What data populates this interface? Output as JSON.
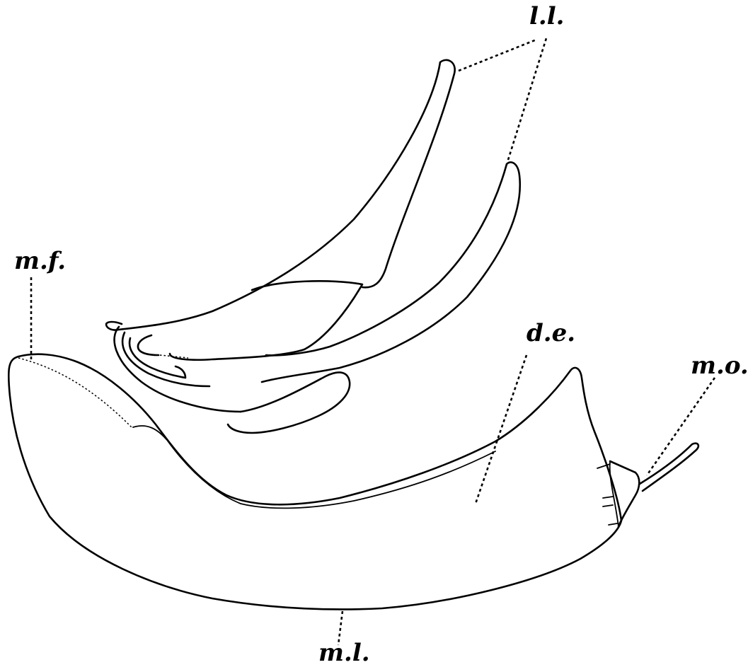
{
  "labels": {
    "ll": "l.l.",
    "mf": "m.f.",
    "de": "d.e.",
    "mo": "m.o.",
    "ml": "m.l."
  },
  "colors": {
    "ink": "#000000",
    "paper": "#ffffff"
  }
}
